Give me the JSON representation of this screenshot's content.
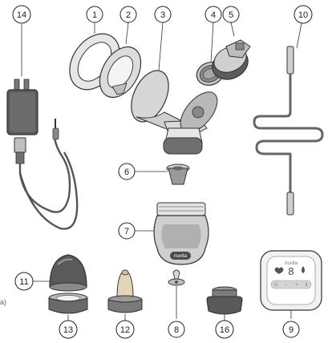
{
  "figure_label": "a)",
  "callouts": {
    "c1": "1",
    "c2": "2",
    "c3": "3",
    "c4": "4",
    "c5": "5",
    "c6": "6",
    "c7": "7",
    "c8": "8",
    "c9": "9",
    "c10": "10",
    "c11": "11",
    "c12": "12",
    "c13": "13",
    "c14": "14",
    "c16": "16"
  },
  "bottle_logo": "nuvita",
  "display_unit": {
    "brand": "nuvita",
    "digits": "8",
    "button_symbols": [
      "⏻",
      "−",
      "+",
      "‖"
    ]
  }
}
